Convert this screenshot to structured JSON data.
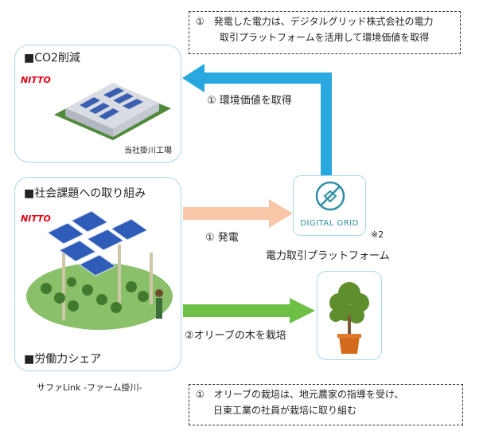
{
  "note_top": {
    "line1": "①　発電した電力は、デジタルグリッド株式会社の電力",
    "line2": "取引プラットフォームを活用して環境価値を取得"
  },
  "factory_panel": {
    "title": "■CO2削減",
    "logo": "NITTO",
    "caption": "当社掛川工場"
  },
  "farm_panel": {
    "title_top": "■社会課題への取り組み",
    "title_bottom": "■労働力シェア",
    "logo": "NITTO",
    "caption": "サファLink -ファーム掛川-"
  },
  "arrows": {
    "env_value": "① 環境価値を取得",
    "power": "① 発電",
    "olive": "②オリーブの木を栽培"
  },
  "platform": {
    "logo_text": "DIGITAL GRID",
    "note_mark": "※2",
    "caption": "電力取引プラットフォーム"
  },
  "note_bottom": {
    "line1": "①　オリーブの栽培は、地元農家の指導を受け、",
    "line2": "日東工業の社員が栽培に取り組む"
  },
  "colors": {
    "blue_arrow": "#29a8e0",
    "peach_arrow": "#f7c7a7",
    "green_arrow": "#6dbf45",
    "panel_border": "#a9d8ea",
    "logo_red": "#e60012"
  }
}
